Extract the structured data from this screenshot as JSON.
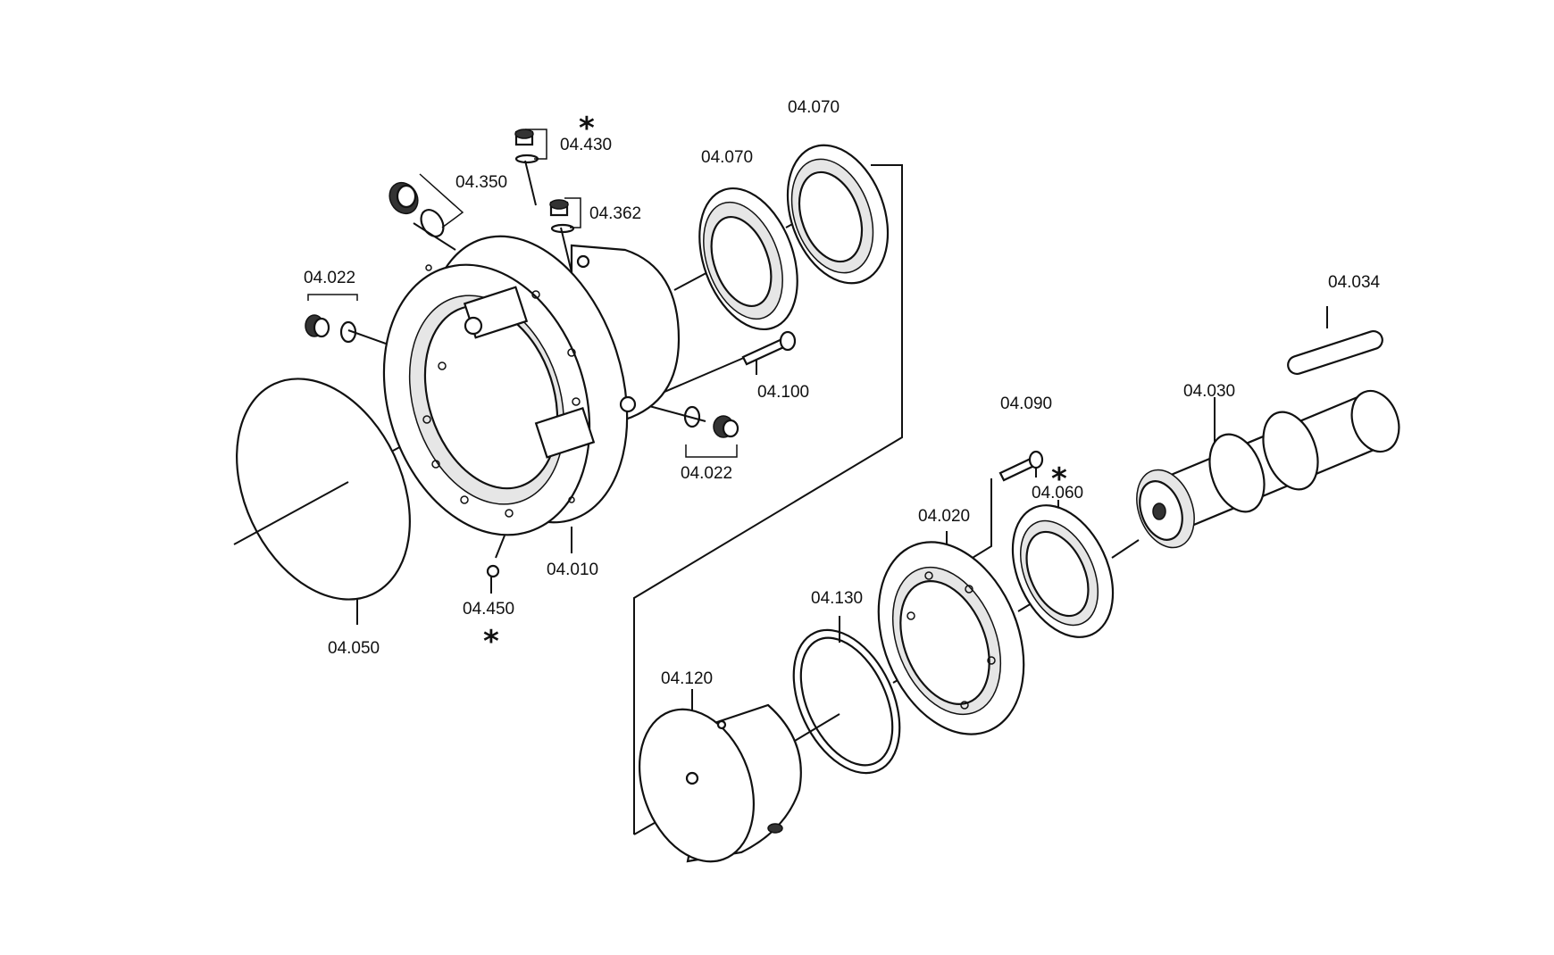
{
  "labels": {
    "p04_430": "04.430",
    "p04_350": "04.350",
    "p04_362": "04.362",
    "p04_070_a": "04.070",
    "p04_070_b": "04.070",
    "p04_022_a": "04.022",
    "p04_022_b": "04.022",
    "p04_100": "04.100",
    "p04_034": "04.034",
    "p04_030": "04.030",
    "p04_090": "04.090",
    "p04_060": "04.060",
    "p04_020": "04.020",
    "p04_010": "04.010",
    "p04_450": "04.450",
    "p04_050": "04.050",
    "p04_130": "04.130",
    "p04_120": "04.120"
  },
  "marks": {
    "star_430": "*",
    "star_450": "*",
    "star_060": "*"
  }
}
